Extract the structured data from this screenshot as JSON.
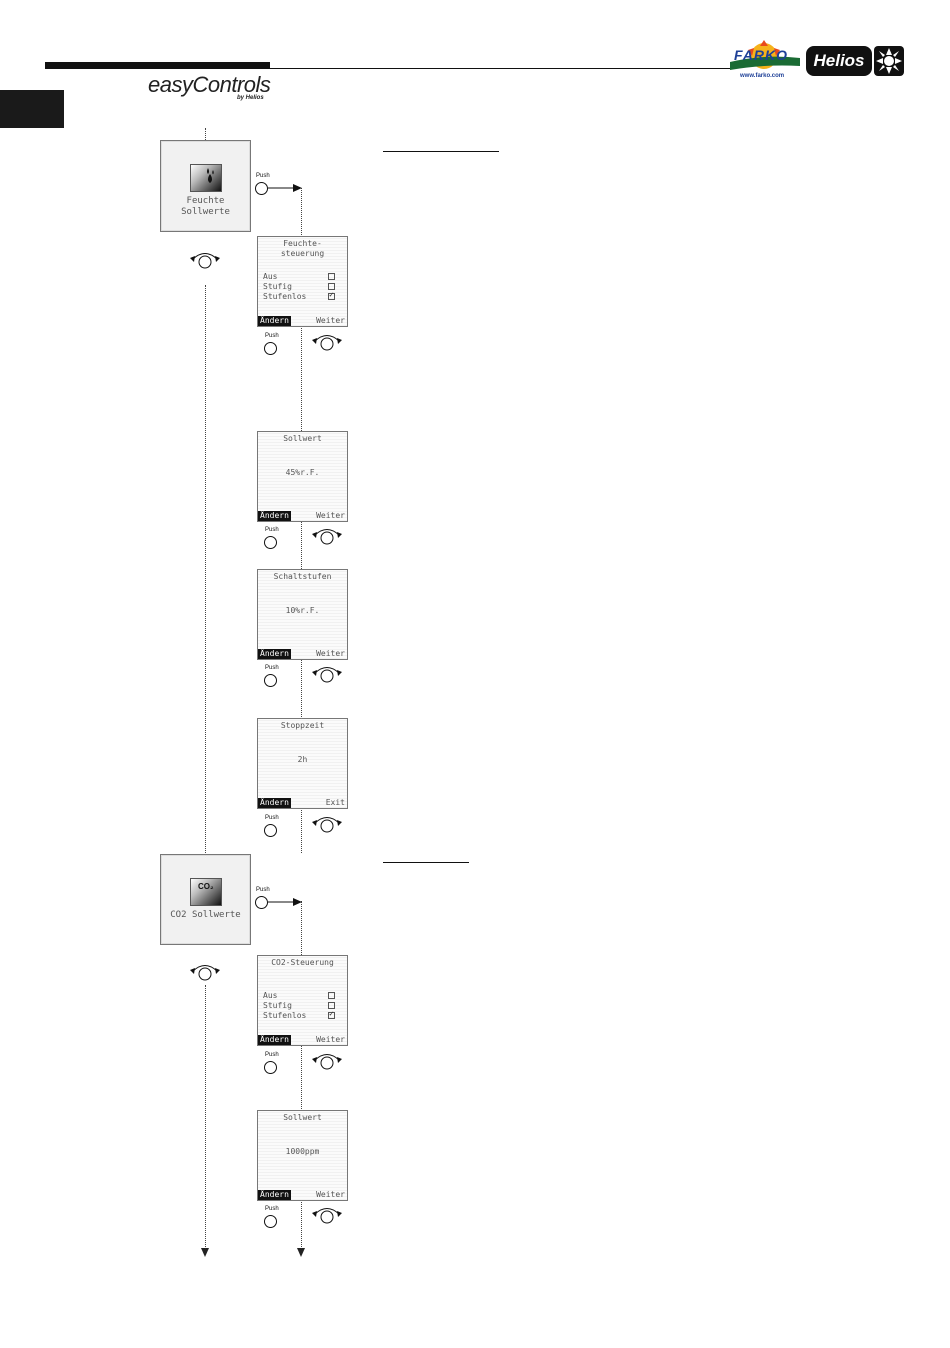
{
  "header": {
    "brand": "easyControls",
    "brand_sub": "by Helios",
    "farko_logo_text": "FARKO",
    "farko_url": "www.farko.com",
    "helios_logo_text": "Helios"
  },
  "push_label": "Push",
  "feuchte": {
    "menu_label": "Feuchte\nSollwerte",
    "steuerung": {
      "title": "Feuchte-\nsteuerung",
      "options": [
        {
          "label": "Aus",
          "checked": false
        },
        {
          "label": "Stufig",
          "checked": false
        },
        {
          "label": "Stufenlos",
          "checked": true
        }
      ],
      "left": "Ändern",
      "right": "Weiter"
    },
    "sollwert": {
      "title": "Sollwert",
      "value": "45%r.F.",
      "left": "Ändern",
      "right": "Weiter"
    },
    "schaltstufen": {
      "title": "Schaltstufen",
      "value": "10%r.F.",
      "left": "Ändern",
      "right": "Weiter"
    },
    "stoppzeit": {
      "title": "Stoppzeit",
      "value": "2h",
      "left": "Ändern",
      "right": "Exit"
    }
  },
  "co2": {
    "icon_label": "CO₂",
    "menu_label": "CO2 Sollwerte",
    "steuerung": {
      "title": "CO2-Steuerung",
      "options": [
        {
          "label": "Aus",
          "checked": false
        },
        {
          "label": "Stufig",
          "checked": false
        },
        {
          "label": "Stufenlos",
          "checked": true
        }
      ],
      "left": "Ändern",
      "right": "Weiter"
    },
    "sollwert": {
      "title": "Sollwert",
      "value": "1000ppm",
      "left": "Ändern",
      "right": "Weiter"
    }
  }
}
